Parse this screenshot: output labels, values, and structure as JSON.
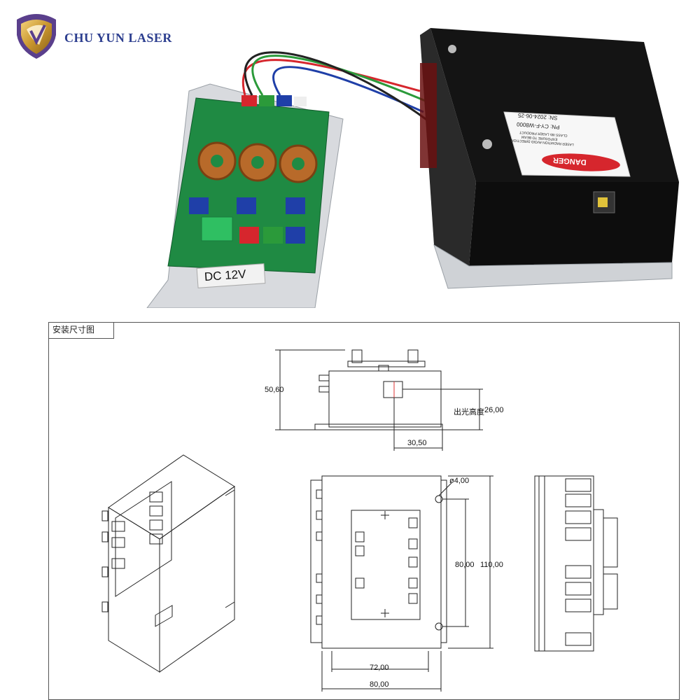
{
  "brand": {
    "name": "CHU YUN LASER",
    "logo_icon": "shield-logo-icon"
  },
  "photo": {
    "driver_board_label": "DC 12V",
    "warning_label": "DANGER",
    "label_text_lines": [
      "PN: CY-F-W8000",
      "SN: 2024-06-25",
      "LASER RADIATION AVOID DIRECTION",
      "EXPOSURE TO BEAM",
      "CLASS IIIb LASER PRODUCT"
    ]
  },
  "drawing": {
    "title": "安装尺寸图",
    "dimensions": {
      "total_height": "50,60",
      "beam_height_label": "出光高度",
      "beam_height": "26,00",
      "beam_offset": "30,50",
      "hole_diameter": "ø4,00",
      "hole_spacing_vertical": "80,00",
      "body_length": "110,00",
      "hole_spacing_horizontal": "72,00",
      "body_width": "80,00"
    }
  }
}
